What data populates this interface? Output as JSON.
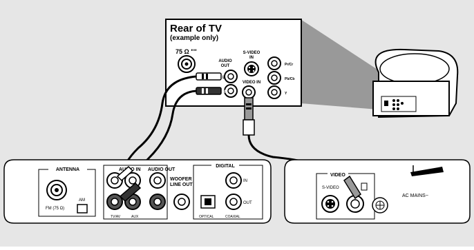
{
  "tv_panel": {
    "title": "Rear of TV",
    "subtitle": "(example only)",
    "antenna_label": "75 Ω \"\"",
    "audio_out_label1": "AUDIO",
    "audio_out_label2": "OUT",
    "svideo_label1": "S-VIDEO",
    "svideo_label2": "IN",
    "video_in_label": "VIDEO IN",
    "pr_label": "Pr/Cr",
    "pb_label": "Pb/Cb",
    "y_label": "Y",
    "plug_l": "L",
    "plug_r": "R"
  },
  "receiver": {
    "antenna_label": "ANTENNA",
    "fm_label": "FM (75 Ω)",
    "am_label": "AM",
    "audio_in_label": "AUDIO IN",
    "audio_out_label": "AUDIO OUT",
    "digital_label": "DIGITAL",
    "woofer_label1": "WOOFER",
    "woofer_label2": "LINE OUT",
    "in_label": "IN",
    "out_label": "OUT",
    "optical_label": "OPTICAL",
    "coaxial_label": "COAXIAL",
    "tvav_label": "TV/AV",
    "aux_label": "AUX"
  },
  "right_unit": {
    "video_label": "VIDEO",
    "svideo_label": "S-VIDEO",
    "ac_label": "AC MAINS~"
  },
  "colors": {
    "background": "#e6e6e6",
    "panel": "#ffffff",
    "line": "#000000",
    "beam": "#999999"
  }
}
